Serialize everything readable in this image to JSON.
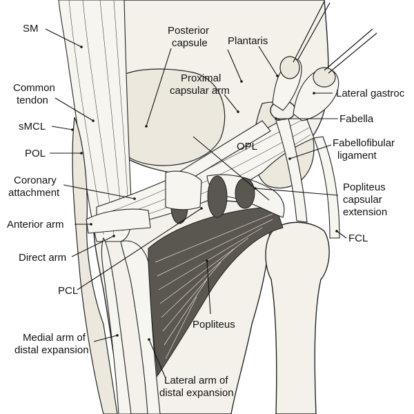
{
  "labels": {
    "sm": "SM",
    "posterior_capsule_1": "Posterior",
    "posterior_capsule_2": "capsule",
    "plantaris": "Plantaris",
    "common_tendon_1": "Common",
    "common_tendon_2": "tendon",
    "proximal_capsular_arm_1": "Proximal",
    "proximal_capsular_arm_2": "capsular arm",
    "lateral_gastroc": "Lateral gastroc",
    "smcl": "sMCL",
    "fabella": "Fabella",
    "pol": "POL",
    "opl": "OPL",
    "fabellofibular_1": "Fabellofibular",
    "fabellofibular_2": "ligament",
    "coronary_1": "Coronary",
    "coronary_2": "attachment",
    "popliteus_capsular_1": "Popliteus",
    "popliteus_capsular_2": "capsular",
    "popliteus_capsular_3": "extension",
    "anterior_arm": "Anterior arm",
    "fcl": "FCL",
    "direct_arm": "Direct arm",
    "pcl": "PCL",
    "popliteus": "Popliteus",
    "medial_arm_1": "Medial arm of",
    "medial_arm_2": "distal expansion",
    "lateral_arm_1": "Lateral arm of",
    "lateral_arm_2": "distal expansion"
  },
  "colors": {
    "ink": "#111111",
    "bone": "#f4f1ea",
    "tissue": "#ece8de",
    "muscle_dark": "#5a5650"
  }
}
